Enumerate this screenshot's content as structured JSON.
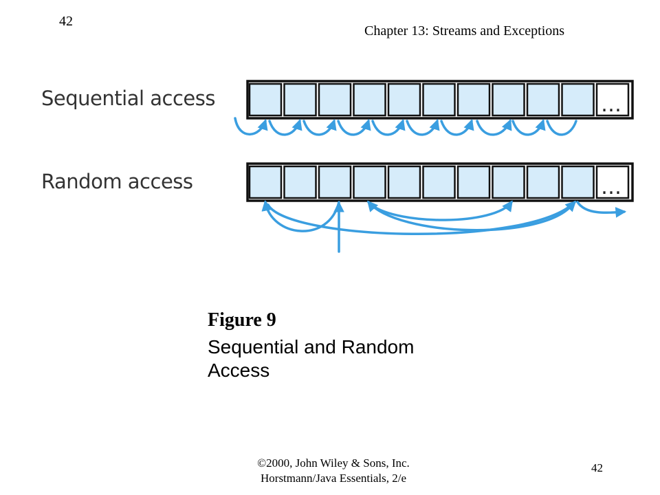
{
  "header": {
    "page_number": "42",
    "chapter_title": "Chapter 13: Streams and Exceptions"
  },
  "diagram": {
    "sequential_label": "Sequential access",
    "random_label": "Random access",
    "ellipsis": "…",
    "cell_color": "#d6ecfa",
    "arrow_color": "#3a9ee0"
  },
  "figure": {
    "number": "Figure 9",
    "caption_line1": "Sequential and Random",
    "caption_line2": "Access"
  },
  "footer": {
    "copyright_line1": "©2000, John Wiley & Sons, Inc.",
    "copyright_line2": "Horstmann/Java Essentials, 2/e",
    "page_number": "42"
  }
}
